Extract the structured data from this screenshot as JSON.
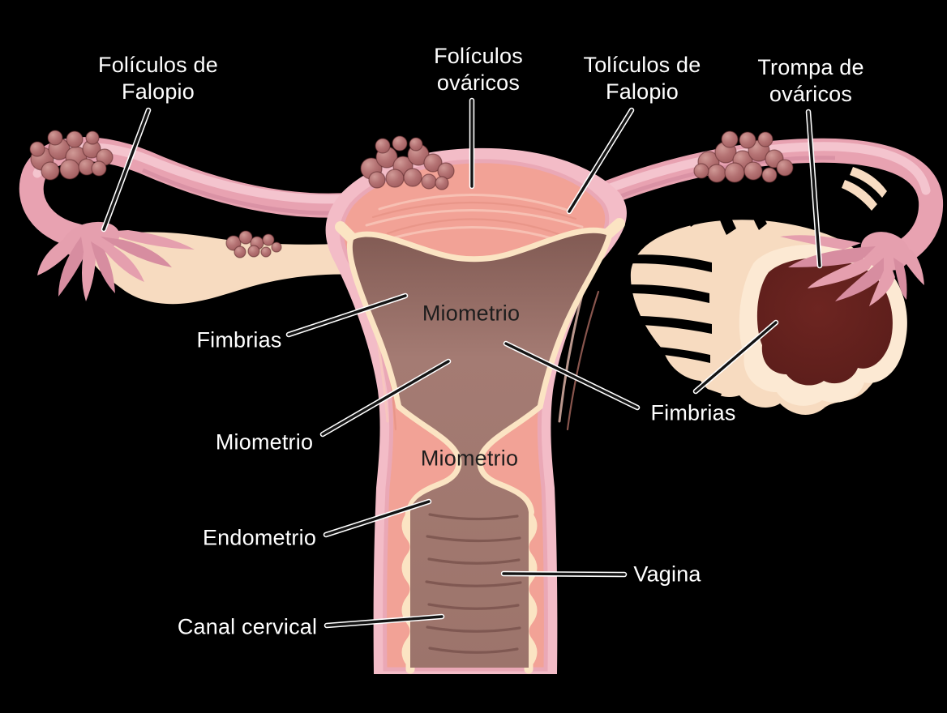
{
  "diagram": {
    "title": "female-reproductive-system-diagram",
    "background_color": "#000000",
    "label_text_color": "#ffffff",
    "dark_label_text_color": "#1d1d1d",
    "colors": {
      "outer_layer_pink": "#f3bcc7",
      "myometrium_salmon": "#f2a296",
      "endometrium_cream": "#fbe4c3",
      "cavity_mauve": "#a17870",
      "tube_pink": "#e8a2b1",
      "follicle_rose": "#ad6868",
      "ovary_cream": "#f7dbc0",
      "corpus_maroon": "#5e1f1c",
      "leader_line_color": "#141414",
      "leader_line_casing": "#ffffff"
    },
    "labels": [
      {
        "id": "foliculos-de-falopio",
        "text": "Folículos de\nFalopio",
        "color": "white"
      },
      {
        "id": "foliculos-ovaricos",
        "text": "Folículos\nováricos",
        "color": "white"
      },
      {
        "id": "toliculos-de-falopio",
        "text": "Tolículos de\nFalopio",
        "color": "white"
      },
      {
        "id": "trompa-de-ovaricos",
        "text": "Trompa de\nováricos",
        "color": "white"
      },
      {
        "id": "fimbrias-left",
        "text": "Fimbrias",
        "color": "white"
      },
      {
        "id": "miometrio-upper",
        "text": "Miometrio",
        "color": "dark"
      },
      {
        "id": "miometrio-left",
        "text": "Miometrio",
        "color": "white"
      },
      {
        "id": "miometrio-lower",
        "text": "Miometrio",
        "color": "dark"
      },
      {
        "id": "endometrio",
        "text": "Endometrio",
        "color": "white"
      },
      {
        "id": "canal-cervical",
        "text": "Canal cervical",
        "color": "white"
      },
      {
        "id": "fimbrias-right",
        "text": "Fimbrias",
        "color": "white"
      },
      {
        "id": "vagina",
        "text": "Vagina",
        "color": "white"
      }
    ]
  }
}
